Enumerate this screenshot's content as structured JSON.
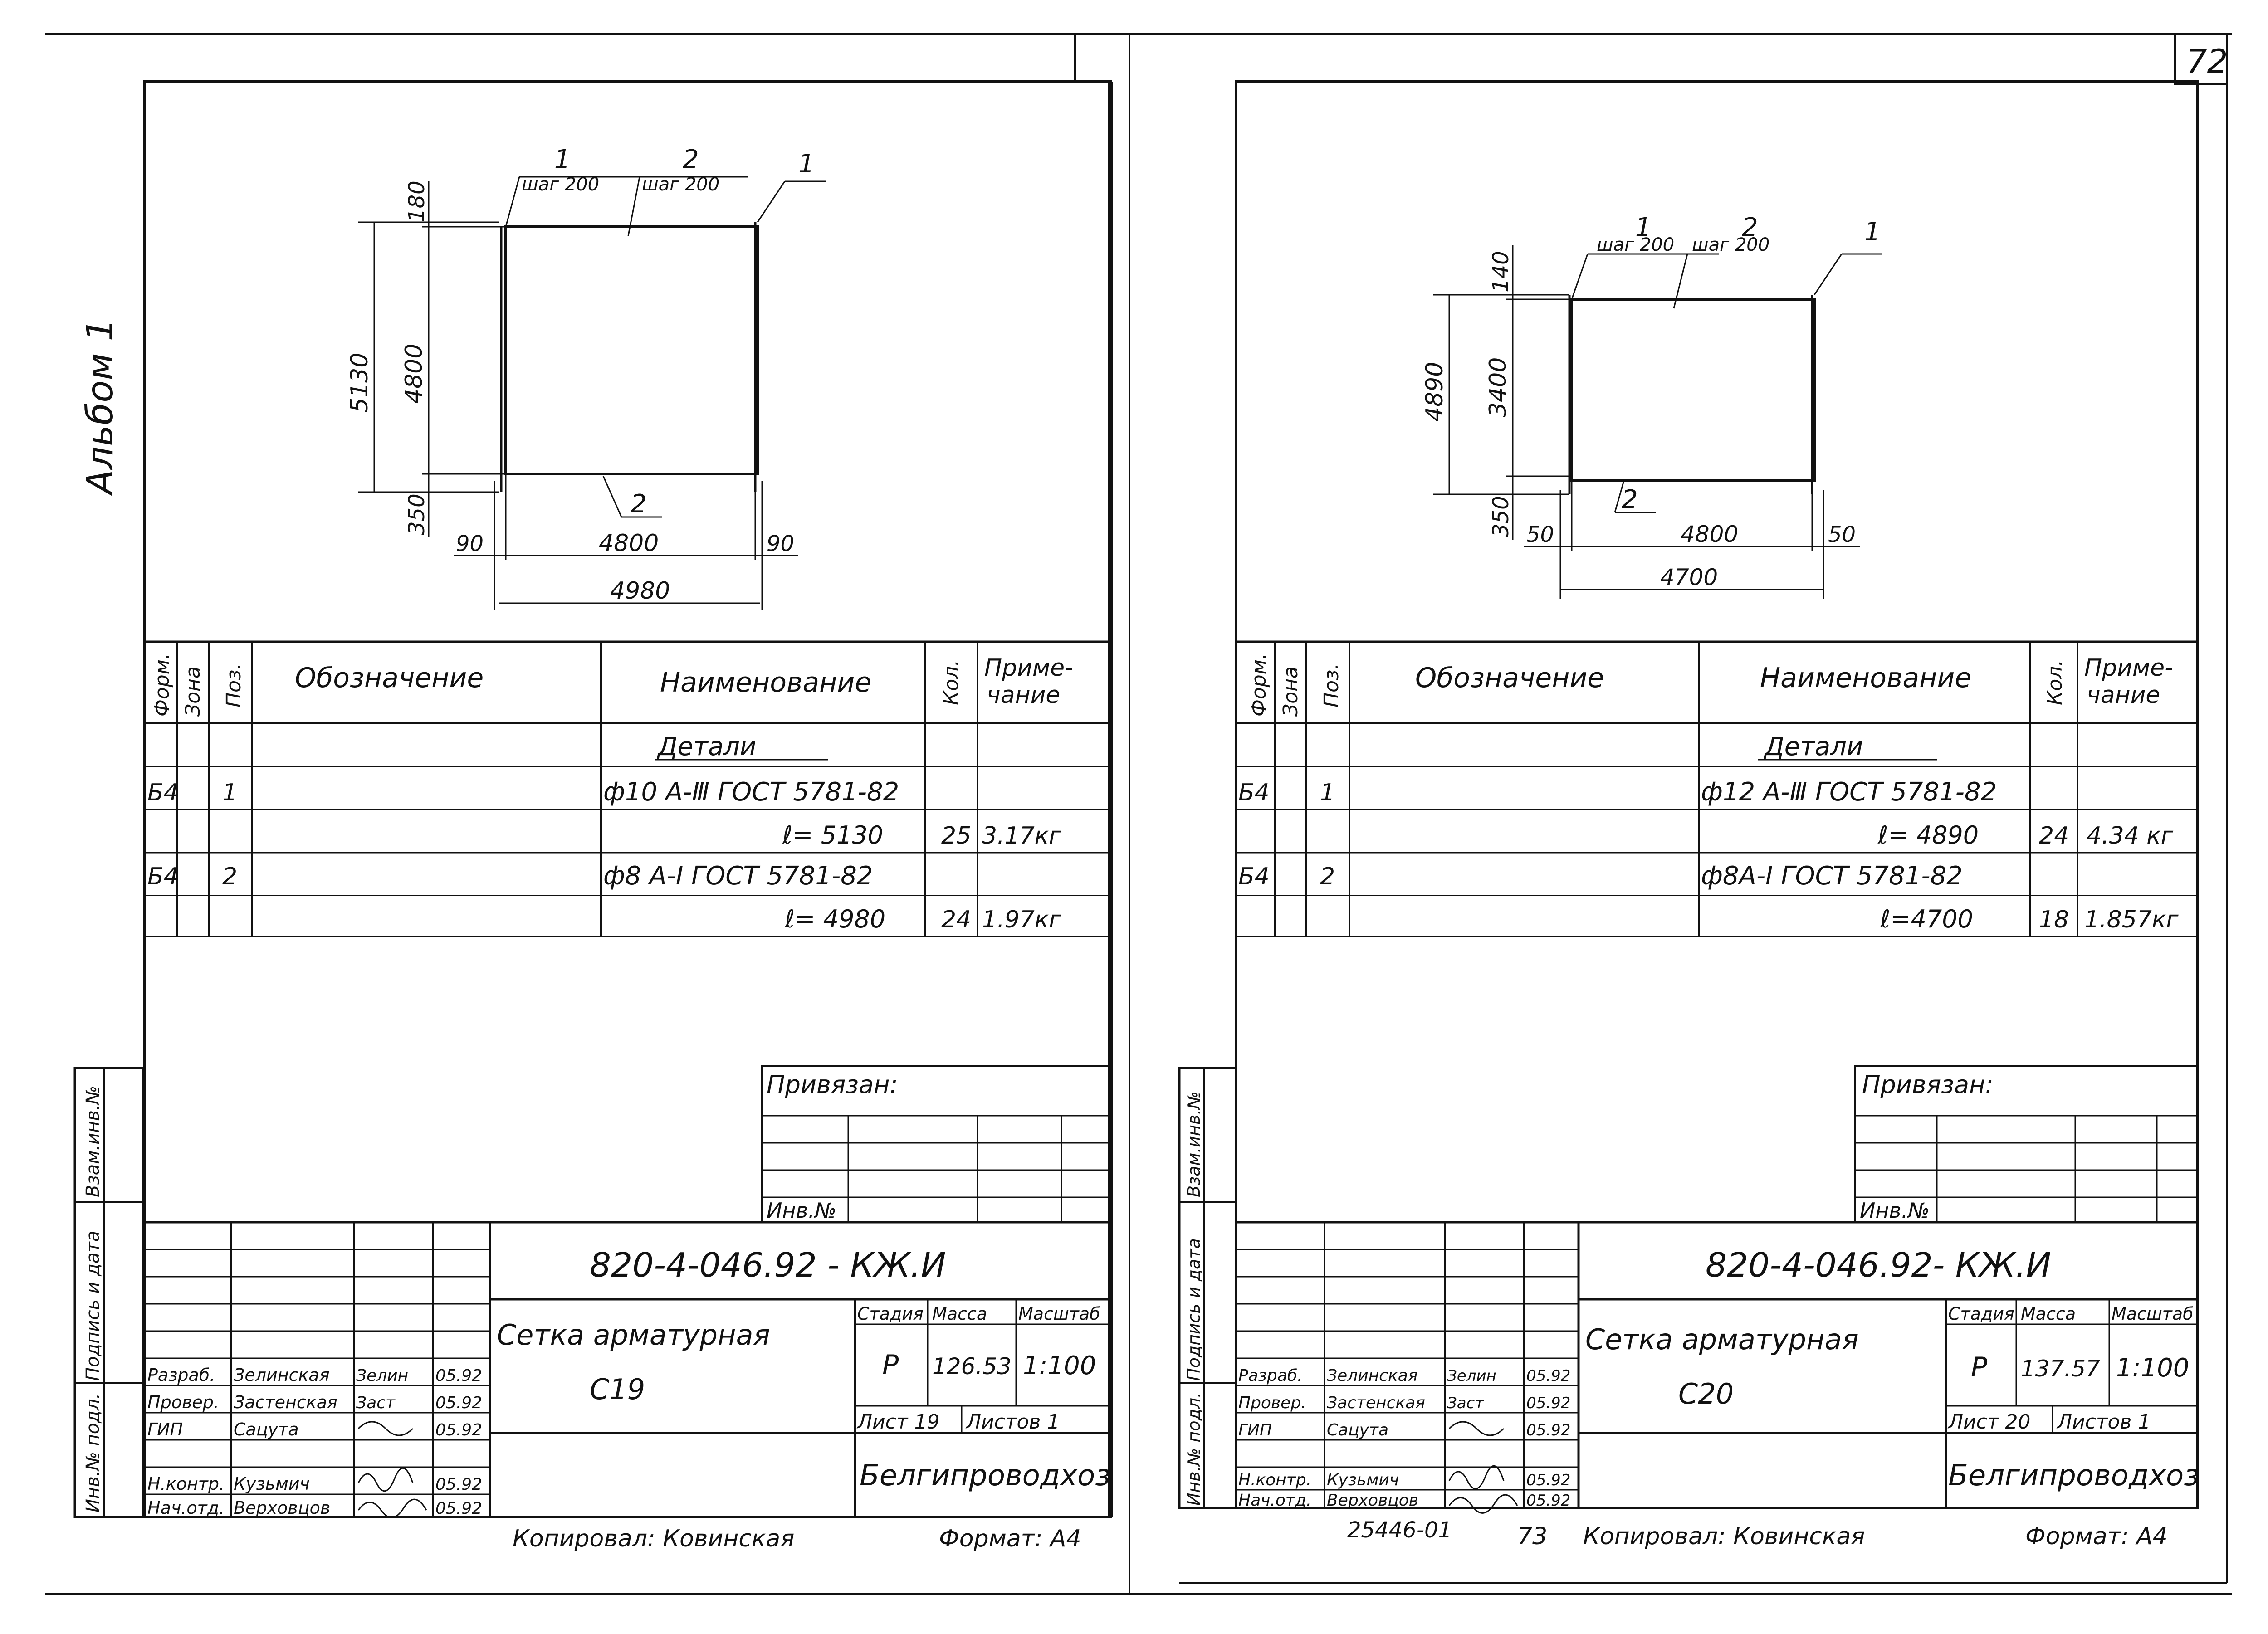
{
  "album_label": "Альбом 1",
  "page_number": "72",
  "bottom_stamp_code": "25446-01",
  "bottom_stamp_page": "73",
  "left_sheet": {
    "drawing": {
      "callout_1_top": "1",
      "callout_2_top": "2",
      "callout_1_right": "1",
      "step_1": "шаг 200",
      "step_2": "шаг 200",
      "callout_2_bottom": "2",
      "dim_top_offset": "180",
      "dim_total_height": "5130",
      "dim_inner_height": "4800",
      "dim_bottom_offset": "350",
      "dim_left_offset": "90",
      "dim_inner_width": "4800",
      "dim_right_offset": "90",
      "dim_total_width": "4980"
    },
    "spec": {
      "headers": [
        "Форм.",
        "Зона",
        "Поз.",
        "Обозначение",
        "Наименование",
        "Кол.",
        "Приме-",
        "чание"
      ],
      "section": "Детали",
      "rows": [
        {
          "format": "Б4",
          "pos": "1",
          "name": "ф10 А-Ⅲ ГОСТ 5781-82"
        },
        {
          "name": "ℓ= 5130",
          "qty": "25",
          "note": "3.17кг"
        },
        {
          "format": "Б4",
          "pos": "2",
          "name": "ф8 А-Ⅰ ГОСТ 5781-82"
        },
        {
          "name": "ℓ= 4980",
          "qty": "24",
          "note": "1.97кг"
        }
      ]
    },
    "side_labels": [
      "Взам.инв.№",
      "Подпись и дата",
      "Инв.№ подл."
    ],
    "privyazan": "Привязан:",
    "inv_no": "Инв.№",
    "title_block": {
      "code": "820-4-046.92 - КЖ.И",
      "title_line1": "Сетка арматурная",
      "title_line2": "С19",
      "stage_label": "Стадия",
      "mass_label": "Масса",
      "scale_label": "Масштаб",
      "stage": "Р",
      "mass": "126.53",
      "scale": "1:100",
      "sheet": "Лист 19",
      "sheets": "Листов 1",
      "org": "Белгипроводхоз",
      "signatures": [
        {
          "role": "Разраб.",
          "name": "Зелинская",
          "sign": "Зелин",
          "date": "05.92"
        },
        {
          "role": "Провер.",
          "name": "Застенская",
          "sign": "Заст",
          "date": "05.92"
        },
        {
          "role": "ГИП",
          "name": "Сацута",
          "sign": "",
          "date": "05.92"
        },
        {
          "role": "Н.контр.",
          "name": "Кузьмич",
          "sign": "",
          "date": "05.92"
        },
        {
          "role": "Нач.отд.",
          "name": "Верховцов",
          "sign": "",
          "date": "05.92"
        }
      ]
    },
    "copied": "Копировал: Ковинская",
    "format": "Формат: А4"
  },
  "right_sheet": {
    "drawing": {
      "callout_1_top": "1",
      "callout_2_top": "2",
      "callout_1_right": "1",
      "step_1": "шаг 200",
      "step_2": "шаг 200",
      "callout_2_bottom": "2",
      "dim_top_offset": "140",
      "dim_total_height": "4890",
      "dim_inner_height": "3400",
      "dim_bottom_offset": "350",
      "dim_left_offset": "50",
      "dim_inner_width": "4800",
      "dim_right_offset": "50",
      "dim_total_width": "4700"
    },
    "spec": {
      "headers": [
        "Форм.",
        "Зона",
        "Поз.",
        "Обозначение",
        "Наименование",
        "Кол.",
        "Приме-",
        "чание"
      ],
      "section": "Детали",
      "rows": [
        {
          "format": "Б4",
          "pos": "1",
          "name": "ф12 А-Ⅲ ГОСТ 5781-82"
        },
        {
          "name": "ℓ= 4890",
          "qty": "24",
          "note": "4.34 кг"
        },
        {
          "format": "Б4",
          "pos": "2",
          "name": "ф8А-Ⅰ ГОСТ 5781-82"
        },
        {
          "name": "ℓ=4700",
          "qty": "18",
          "note": "1.857кг"
        }
      ]
    },
    "side_labels": [
      "Взам.инв.№",
      "Подпись и дата",
      "Инв.№ подл."
    ],
    "privyazan": "Привязан:",
    "inv_no": "Инв.№",
    "title_block": {
      "code": "820-4-046.92- КЖ.И",
      "title_line1": "Сетка арматурная",
      "title_line2": "С20",
      "stage_label": "Стадия",
      "mass_label": "Масса",
      "scale_label": "Масштаб",
      "stage": "Р",
      "mass": "137.57",
      "scale": "1:100",
      "sheet": "Лист 20",
      "sheets": "Листов 1",
      "org": "Белгипроводхоз",
      "signatures": [
        {
          "role": "Разраб.",
          "name": "Зелинская",
          "sign": "Зелин",
          "date": "05.92"
        },
        {
          "role": "Провер.",
          "name": "Застенская",
          "sign": "Заст",
          "date": "05.92"
        },
        {
          "role": "ГИП",
          "name": "Сацута",
          "sign": "",
          "date": "05.92"
        },
        {
          "role": "Н.контр.",
          "name": "Кузьмич",
          "sign": "",
          "date": "05.92"
        },
        {
          "role": "Нач.отд.",
          "name": "Верховцов",
          "sign": "",
          "date": "05.92"
        }
      ]
    },
    "copied": "Копировал: Ковинская",
    "format": "Формат: А4"
  }
}
